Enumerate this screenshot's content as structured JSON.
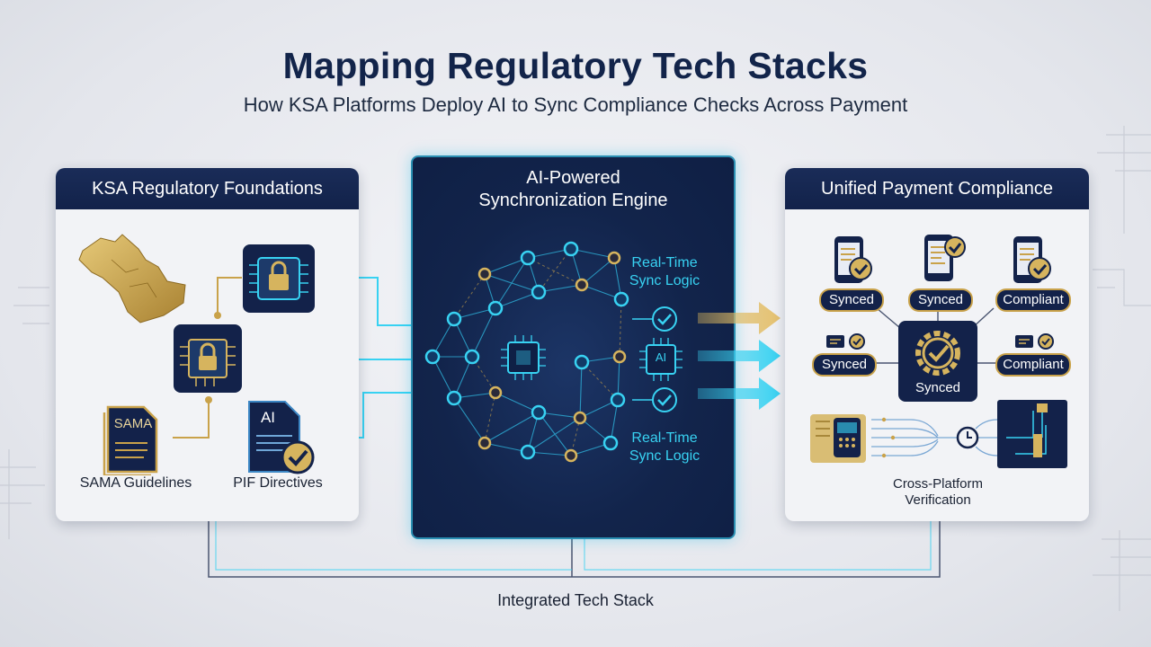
{
  "title": "Mapping Regulatory Tech Stacks",
  "subtitle": "How KSA Platforms Deploy AI to Sync Compliance Checks Across Payment",
  "left_panel": {
    "heading": "KSA Regulatory Foundations",
    "doc_sama_text": "SAMA",
    "doc_pif_text": "AI",
    "caption_sama": "SAMA Guidelines",
    "caption_pif": "PIF Directives"
  },
  "center_panel": {
    "heading_line1": "AI-Powered",
    "heading_line2": "Synchronization Engine",
    "sync_top_line1": "Real-Time",
    "sync_top_line2": "Sync Logic",
    "sync_bottom_line1": "Real-Time",
    "sync_bottom_line2": "Sync Logic",
    "chip_text": "AI"
  },
  "right_panel": {
    "heading": "Unified Payment Compliance",
    "badge_top_1": "Synced",
    "badge_top_2": "Synced",
    "badge_top_3": "Compliant",
    "badge_mid_left": "Synced",
    "badge_center": "Synced",
    "badge_mid_right": "Compliant",
    "caption_line1": "Cross-Platform",
    "caption_line2": "Verification"
  },
  "footer": "Integrated Tech Stack",
  "colors": {
    "navy": "#12244a",
    "gold": "#c9a24a",
    "cyan": "#38d2f2",
    "panel": "#f2f3f6"
  }
}
